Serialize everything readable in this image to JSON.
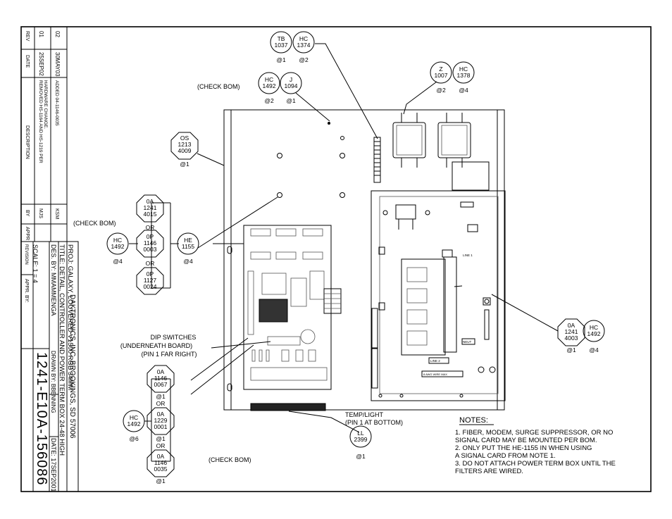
{
  "revision_block": {
    "headers": [
      "REV",
      "DATE",
      "DESCRIPTION",
      "BY",
      "APPR"
    ],
    "rows": [
      {
        "rev": "02",
        "date": "30MAY03",
        "desc1": "ADDED 04-1146-0035",
        "desc2": "",
        "by": "KSM"
      },
      {
        "rev": "01",
        "date": "25SEP02",
        "desc1": "REMOVED HS-1164 AND HS-1219 PER",
        "desc2": "HARDWARE CHANGE.",
        "by": "MJS"
      }
    ],
    "caption": "REVISION"
  },
  "title_block": {
    "company": "DAKTRONICS, INC.  BROOKINGS, SD 57006",
    "proj": "PROJ:  GALAXY, LOUVERED V1500 RGB 34MM",
    "title": "TITLE:  DETAIL, CONTROLLER AND POWER TERM BOX 24-48 HIGH",
    "des": "DES. BY:  MMAMMENGA",
    "drawn": "DRAWN BY:  BBENNING",
    "date": "DATE:  17SEP2001",
    "appr": "APPR. BY:",
    "scale": "SCALE:   1  =  4",
    "dwg_no": "1241-E10A-156086"
  },
  "callouts": {
    "tb": {
      "a": "TB",
      "b": "1037",
      "q": "@1"
    },
    "hc1374": {
      "a": "HC",
      "b": "1374",
      "q": "@2"
    },
    "z": {
      "a": "Z",
      "b": "1007",
      "q": "@2"
    },
    "hc1378": {
      "a": "HC",
      "b": "1378",
      "q": "@4"
    },
    "hc1492a": {
      "a": "HC",
      "b": "1492",
      "q": "@2"
    },
    "j": {
      "a": "J",
      "b": "1094",
      "q": "@1"
    },
    "os": {
      "a": "OS",
      "b": "1213",
      "c": "4009",
      "q": "@1"
    },
    "oa4015": {
      "a": "0A",
      "b": "1241",
      "c": "4015"
    },
    "op0003": {
      "a": "0P",
      "b": "1146",
      "c": "0003"
    },
    "op0024": {
      "a": "0P",
      "b": "1127",
      "c": "0024"
    },
    "hc1492b": {
      "a": "HC",
      "b": "1492",
      "q": "@4"
    },
    "he": {
      "a": "HE",
      "b": "1155",
      "q": "@4"
    },
    "oa4003": {
      "a": "0A",
      "b": "1241",
      "c": "4003",
      "q": "@1"
    },
    "hc1492c": {
      "a": "HC",
      "b": "1492",
      "q": "@4"
    },
    "oa0067": {
      "a": "0A",
      "b": "1146",
      "c": "0067",
      "q": "@1"
    },
    "oa0001": {
      "a": "0A",
      "b": "1229",
      "c": "0001",
      "q": "@1"
    },
    "oa0035": {
      "a": "0A",
      "b": "1146",
      "c": "0035",
      "q": "@1"
    },
    "hc1492d": {
      "a": "HC",
      "b": "1492",
      "q": "@6"
    },
    "ll": {
      "a": "LL",
      "b": "2399",
      "q": "@1"
    }
  },
  "labels": {
    "check_bom_top": "(CHECK BOM)",
    "check_bom_left": "(CHECK BOM)",
    "check_bom_bottom": "(CHECK BOM)",
    "or": "OR",
    "dip1": "DIP SWITCHES",
    "dip2": "(UNDERNEATH BOARD)",
    "dip3": "(PIN 1 FAR RIGHT)",
    "temp1": "TEMP/LIGHT",
    "temp2": "(PIN 1 AT BOTTOM)",
    "line1": "LINE 1",
    "line2": "LINE 2",
    "neut": "NEUT",
    "wire_max": "8 AWG WIRE MAX"
  },
  "notes": {
    "heading": "NOTES:",
    "items": [
      "1. FIBER, MODEM, SURGE SUPPRESSOR,  OR NO",
      "    SIGNAL CARD MAY BE MOUNTED PER BOM.",
      "2. ONLY PUT THE HE-1155 IN WHEN USING",
      "    A SIGNAL CARD FROM NOTE 1.",
      "3. DO NOT ATTACH POWER TERM BOX UNTIL THE",
      "    FILTERS ARE WIRED."
    ]
  }
}
